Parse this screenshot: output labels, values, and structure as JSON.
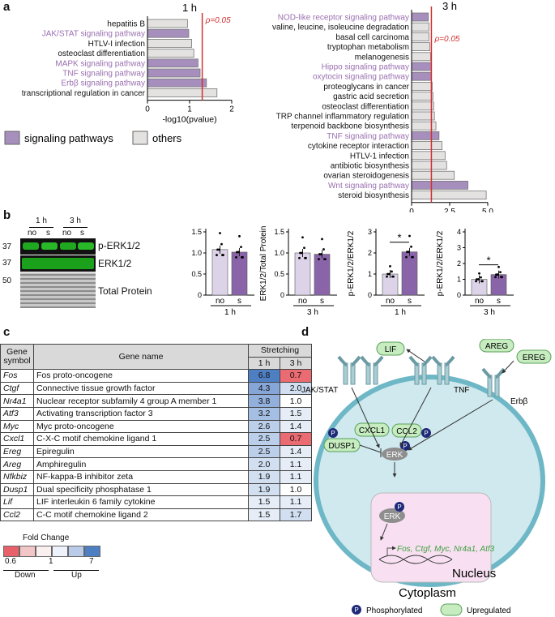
{
  "panels": {
    "a": "a",
    "b": "b",
    "c": "c",
    "d": "d"
  },
  "panel_a": {
    "left": {
      "title": "1 h",
      "pthreshold_label": "ρ=0.05",
      "xlabel": "-log10(pvalue)",
      "xticks": [
        "0",
        "1",
        "2"
      ],
      "xlim": [
        0,
        2
      ],
      "threshold": 1.3,
      "bars": [
        {
          "label": "hepatitis B",
          "value": 0.95,
          "signaling": false
        },
        {
          "label": "JAK/STAT signaling pathway",
          "value": 0.98,
          "signaling": true
        },
        {
          "label": "HTLV-I infection",
          "value": 1.05,
          "signaling": false
        },
        {
          "label": "osteoclast differentiation",
          "value": 1.1,
          "signaling": false
        },
        {
          "label": "MAPK signaling pathway",
          "value": 1.2,
          "signaling": true
        },
        {
          "label": "TNF signaling pathway",
          "value": 1.25,
          "signaling": true
        },
        {
          "label": "Erbβ signaling pathway",
          "value": 1.4,
          "signaling": true
        },
        {
          "label": "transcriptional regulation in cancer",
          "value": 1.65,
          "signaling": false
        }
      ]
    },
    "right": {
      "title": "3 h",
      "pthreshold_label": "ρ=0.05",
      "xlabel": "-log10(pvalue)",
      "xticks": [
        "0",
        "2.5",
        "5.0"
      ],
      "xlim": [
        0,
        5
      ],
      "threshold": 1.3,
      "bars": [
        {
          "label": "NOD-like receptor signaling pathway",
          "value": 1.1,
          "signaling": true
        },
        {
          "label": "valine, leucine, isoleucine degradation",
          "value": 1.15,
          "signaling": false
        },
        {
          "label": "basal cell carcinoma",
          "value": 1.15,
          "signaling": false
        },
        {
          "label": "tryptophan metabolism",
          "value": 1.2,
          "signaling": false
        },
        {
          "label": "melanogenesis",
          "value": 1.25,
          "signaling": false
        },
        {
          "label": "Hippo signaling pathway",
          "value": 1.3,
          "signaling": true
        },
        {
          "label": "oxytocin signaling pathway",
          "value": 1.3,
          "signaling": true
        },
        {
          "label": "proteoglycans in cancer",
          "value": 1.35,
          "signaling": false
        },
        {
          "label": "gastric acid secretion",
          "value": 1.4,
          "signaling": false
        },
        {
          "label": "osteoclast differentiation",
          "value": 1.45,
          "signaling": false
        },
        {
          "label": "TRP channel inflammatory regulation",
          "value": 1.5,
          "signaling": false
        },
        {
          "label": "terpenoid backbone biosynthesis",
          "value": 1.6,
          "signaling": false
        },
        {
          "label": "TNF signaling pathway",
          "value": 1.8,
          "signaling": true
        },
        {
          "label": "cytokine receptor interaction",
          "value": 2.0,
          "signaling": false
        },
        {
          "label": "HTLV-1 infection",
          "value": 2.2,
          "signaling": false
        },
        {
          "label": "antibiotic biosynthesis",
          "value": 2.3,
          "signaling": false
        },
        {
          "label": "ovarian steroidogenesis",
          "value": 2.8,
          "signaling": false
        },
        {
          "label": "Wnt signaling pathway",
          "value": 3.7,
          "signaling": true
        },
        {
          "label": "steroid biosynthesis",
          "value": 4.9,
          "signaling": false
        }
      ]
    },
    "legend": {
      "signaling": "signaling pathways",
      "others": "others"
    },
    "colors": {
      "signaling": "#a68fbd",
      "others": "#e4e1e1",
      "purple_text": "#9a6fb0",
      "threshold": "#d32f2f"
    }
  },
  "panel_b": {
    "blot": {
      "time_labels": [
        "1 h",
        "3 h"
      ],
      "lane_labels": [
        "no",
        "s",
        "no",
        "s"
      ],
      "mw_markers": [
        "37",
        "37",
        "50"
      ],
      "band_labels": [
        "p-ERK1/2",
        "ERK1/2",
        "Total Protein"
      ]
    },
    "chart_data": [
      {
        "type": "bar",
        "ylabel": "ERK1/2/Total Protein",
        "categories": [
          "no",
          "s"
        ],
        "time": "1 h",
        "values": [
          1.08,
          1.02
        ],
        "yticks": [
          "0",
          "0.5",
          "1.0",
          "1.5"
        ],
        "ylim": [
          0,
          1.5
        ],
        "significant": false
      },
      {
        "type": "bar",
        "ylabel": "ERK1/2/Total Protein",
        "categories": [
          "no",
          "s"
        ],
        "time": "3 h",
        "values": [
          1.0,
          0.97
        ],
        "yticks": [
          "0",
          "0.5",
          "1.0",
          "1.5"
        ],
        "ylim": [
          0,
          1.5
        ],
        "significant": false
      },
      {
        "type": "bar",
        "ylabel": "p-ERK1/2/ERK1/2",
        "categories": [
          "no",
          "s"
        ],
        "time": "1 h",
        "values": [
          1.0,
          2.05
        ],
        "yticks": [
          "0",
          "1",
          "2",
          "3"
        ],
        "ylim": [
          0,
          3
        ],
        "significant": true,
        "star": "*"
      },
      {
        "type": "bar",
        "ylabel": "p-ERK1/2/ERK1/2",
        "categories": [
          "no",
          "s"
        ],
        "time": "3 h",
        "values": [
          1.0,
          1.3
        ],
        "yticks": [
          "0",
          "1",
          "2",
          "3",
          "4"
        ],
        "ylim": [
          0,
          4
        ],
        "significant": true,
        "star": "*"
      }
    ],
    "colors": {
      "no": "#ddd3e8",
      "s": "#8a64a8"
    }
  },
  "panel_c": {
    "headers": {
      "symbol": "Gene symbol",
      "name": "Gene name",
      "stretching": "Stretching",
      "t1": "1 h",
      "t3": "3 h"
    },
    "rows": [
      {
        "symbol": "Fos",
        "name": "Fos proto-oncogene",
        "h1": "6.8",
        "h3": "0.7"
      },
      {
        "symbol": "Ctgf",
        "name": "Connective tissue growth factor",
        "h1": "4.3",
        "h3": "2.0"
      },
      {
        "symbol": "Nr4a1",
        "name": "Nuclear receptor subfamily 4 group A member 1",
        "h1": "3.8",
        "h3": "1.0"
      },
      {
        "symbol": "Atf3",
        "name": "Activating transcription factor 3",
        "h1": "3.2",
        "h3": "1.5"
      },
      {
        "symbol": "Myc",
        "name": "Myc proto-oncogene",
        "h1": "2.6",
        "h3": "1.4"
      },
      {
        "symbol": "Cxcl1",
        "name": "C-X-C motif chemokine ligand 1",
        "h1": "2.5",
        "h3": "0.7"
      },
      {
        "symbol": "Ereg",
        "name": "Epiregulin",
        "h1": "2.5",
        "h3": "1.4"
      },
      {
        "symbol": "Areg",
        "name": "Amphiregulin",
        "h1": "2.0",
        "h3": "1.1"
      },
      {
        "symbol": "Nfkbiz",
        "name": "NF-kappa-B inhibitor zeta",
        "h1": "1.9",
        "h3": "1.1"
      },
      {
        "symbol": "Dusp1",
        "name": "Dual specificity phosphatase 1",
        "h1": "1.9",
        "h3": "1.0"
      },
      {
        "symbol": "Lif",
        "name": "LIF interleukin 6 family cytokine",
        "h1": "1.5",
        "h3": "1.1"
      },
      {
        "symbol": "Ccl2",
        "name": "C-C motif chemokine ligand 2",
        "h1": "1.5",
        "h3": "1.7"
      }
    ],
    "legend": {
      "title": "Fold Change",
      "ticks": [
        "0.6",
        "1",
        "7"
      ],
      "down": "Down",
      "up": "Up"
    }
  },
  "panel_d": {
    "ligands": [
      "LIF",
      "AREG",
      "EREG"
    ],
    "receptor_labels": [
      "JAK/STAT",
      "TNF",
      "Erbβ"
    ],
    "cytokines": [
      "CXCL1",
      "CCL2",
      "DUSP1"
    ],
    "erk": "ERK",
    "phospho": "P",
    "genes": "Fos, Ctgf, Myc, Nr4a1, Atf3",
    "nucleus": "Nucleus",
    "cytoplasm": "Cytoplasm",
    "legend": {
      "phosphorylated": "Phosphorylated",
      "upregulated": "Upregulated"
    }
  }
}
